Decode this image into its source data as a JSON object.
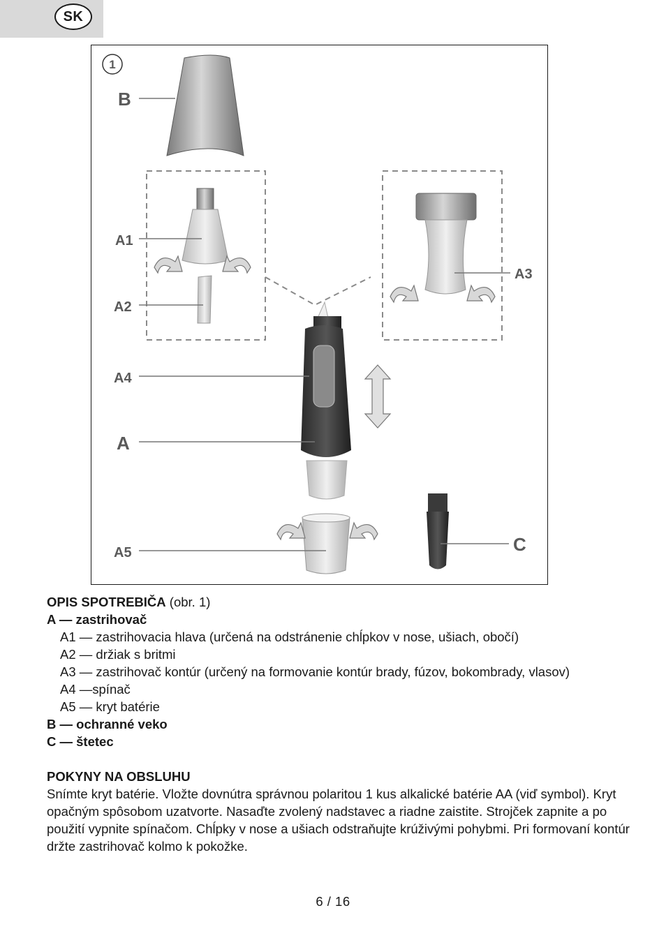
{
  "language_badge": "SK",
  "figure": {
    "number": "1",
    "labels": {
      "B": "B",
      "A1": "A1",
      "A2": "A2",
      "A3": "A3",
      "A4": "A4",
      "A": "A",
      "A5": "A5",
      "C": "C"
    }
  },
  "description": {
    "heading_bold": "OPIS SPOTREBIČA",
    "heading_ref": " (obr. 1)",
    "group_a": "A — zastrihovač",
    "a1": "A1 — zastrihovacia hlava (určená na odstránenie chĺpkov v nose, ušiach, obočí)",
    "a2": "A2 — držiak s britmi",
    "a3": "A3 — zastrihovač kontúr (určený na formovanie kontúr brady, fúzov, bokombrady, vlasov)",
    "a4": "A4 —spínač",
    "a5": "A5 — kryt batérie",
    "b": "B — ochranné veko",
    "c": "C — štetec"
  },
  "instructions": {
    "heading": "POKYNY NA OBSLUHU",
    "body": "Snímte kryt batérie. Vložte dovnútra správnou polaritou 1 kus alkalické batérie AA (viď symbol). Kryt opačným spôsobom uzatvorte. Nasaďte zvolený nadstavec a riadne zaistite. Strojček zapnite a po použití vypnite spínačom. Chĺpky v nose a ušiach odstraňujte krúživými pohybmi. Pri formovaní kontúr držte zastrihovač kolmo k pokožke."
  },
  "page_number": "6  / 16"
}
